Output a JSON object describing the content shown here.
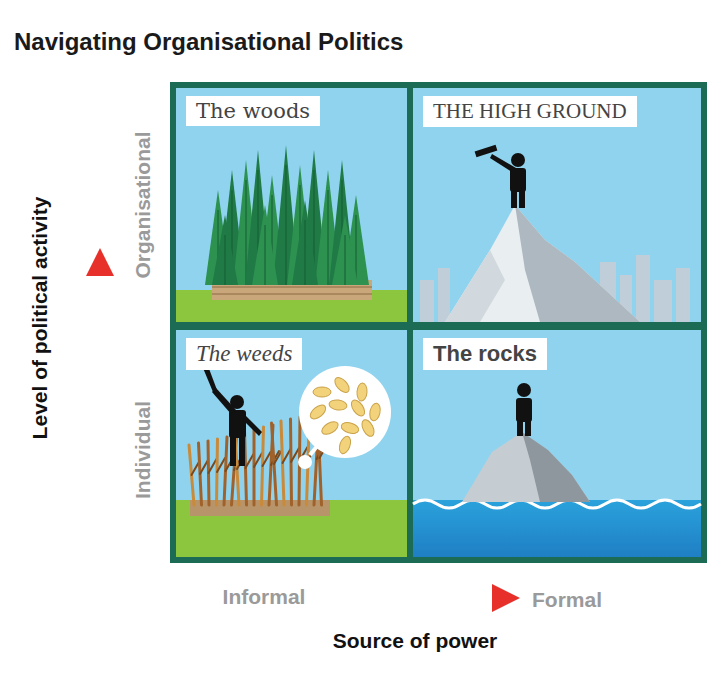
{
  "diagram": {
    "title": "Navigating Organisational Politics",
    "nodes": [
      {
        "text": [
          "The woods"
        ]
      },
      {
        "text": [
          "THE HIGH GROUND"
        ]
      },
      {
        "text": [
          "The weeds"
        ]
      },
      {
        "text": [
          "The rocks"
        ]
      }
    ],
    "labels": [
      "Level of political activity",
      "Organisational",
      "Individual",
      "Informal",
      "Formal",
      "Source of power"
    ]
  }
}
